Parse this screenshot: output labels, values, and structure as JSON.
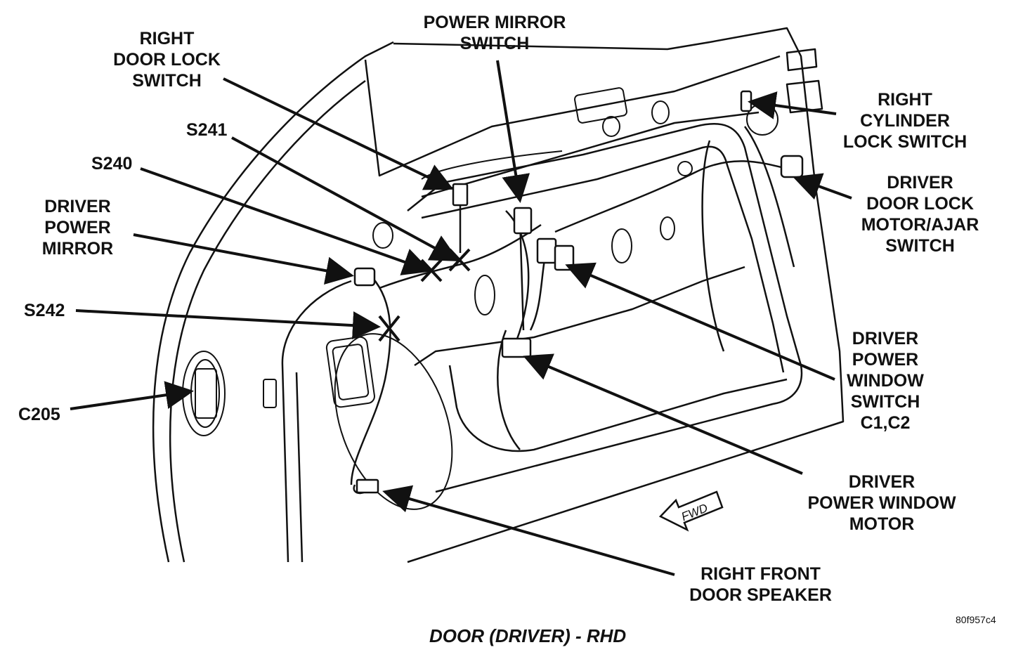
{
  "colors": {
    "ink": "#111111",
    "background": "#ffffff"
  },
  "labels": {
    "right_door_lock_switch": [
      "RIGHT",
      "DOOR LOCK",
      "SWITCH"
    ],
    "power_mirror_switch": [
      "POWER MIRROR",
      "SWITCH"
    ],
    "s241": "S241",
    "s240": "S240",
    "driver_power_mirror": [
      "DRIVER",
      "POWER",
      "MIRROR"
    ],
    "s242": "S242",
    "c205": "C205",
    "right_cylinder_lock_switch": [
      "RIGHT",
      "CYLINDER",
      "LOCK SWITCH"
    ],
    "driver_door_lock_motor": [
      "DRIVER",
      "DOOR LOCK",
      "MOTOR/AJAR",
      "SWITCH"
    ],
    "driver_power_window_switch": [
      "DRIVER",
      "POWER",
      "WINDOW",
      "SWITCH",
      "C1,C2"
    ],
    "driver_power_window_motor": [
      "DRIVER",
      "POWER WINDOW",
      "MOTOR"
    ],
    "right_front_door_speaker": [
      "RIGHT FRONT",
      "DOOR SPEAKER"
    ]
  },
  "fwd_marker": "FWD",
  "figure_code": "80f957c4",
  "caption": "DOOR (DRIVER) - RHD"
}
